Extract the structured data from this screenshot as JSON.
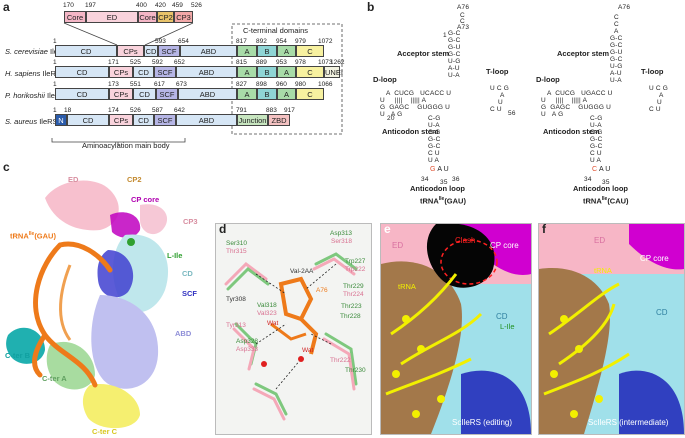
{
  "panels": {
    "a": "a",
    "b": "b",
    "c": "c",
    "d": "d",
    "e": "e",
    "f": "f"
  },
  "panel_a": {
    "top_boxes": [
      "Core",
      "ED",
      "Core",
      "CP2",
      "CP3"
    ],
    "top_numbers": [
      "170",
      "197",
      "400",
      "420",
      "459",
      "526"
    ],
    "cterm_title": "C-terminal domains",
    "rows": [
      {
        "name": "S. cerevisiae",
        "suffix": "IleRS",
        "numbers": [
          "1",
          "593",
          "654",
          "817",
          "892",
          "954",
          "979",
          "1072"
        ],
        "domains": [
          "CD",
          "CPs",
          "CD",
          "SCF",
          "ABD",
          "A",
          "B",
          "A",
          "C"
        ]
      },
      {
        "name": "H. sapiens",
        "suffix": "IleRS",
        "numbers": [
          "1",
          "171",
          "525",
          "592",
          "652",
          "815",
          "889",
          "953",
          "978",
          "1073",
          "1262"
        ],
        "domains": [
          "CD",
          "CPs",
          "CD",
          "SCF",
          "ABD",
          "A",
          "B",
          "A",
          "C",
          "UNEI"
        ]
      },
      {
        "name": "P. horikoshii",
        "suffix": "IleRS",
        "numbers": [
          "1",
          "173",
          "551",
          "617",
          "673",
          "827",
          "898",
          "960",
          "980",
          "1066"
        ],
        "domains": [
          "CD",
          "CPs",
          "CD",
          "SCF",
          "ABD",
          "A",
          "B",
          "A",
          "C"
        ]
      },
      {
        "name": "S. aureus",
        "suffix": "IleRS",
        "numbers": [
          "1",
          "18",
          "174",
          "526",
          "587",
          "642",
          "791",
          "883",
          "917"
        ],
        "domains": [
          "N",
          "CD",
          "CPs",
          "CD",
          "SCF",
          "ABD",
          "Junction",
          "ZBD"
        ]
      }
    ],
    "bracket_label": "Aminoacylation main body"
  },
  "panel_b": {
    "trna_gau": {
      "acceptor": "Acceptor stem",
      "dloop": "D-loop",
      "tloop": "T-loop",
      "anticodon_stem": "Anticodon stem",
      "anticodon_loop": "Anticodon loop",
      "name": "tRNA",
      "sup": "Ile",
      "suffix": "(GAU)",
      "n1": "1",
      "n20": "20",
      "n34": "34",
      "n35": "35",
      "n36": "36",
      "n56": "56",
      "n73": "A73",
      "n76": "A76",
      "c74": "C",
      "c75": "C",
      "anticodon_nt": "G",
      "anticodon_rest": "A U"
    },
    "trna_cau": {
      "acceptor": "Acceptor stem",
      "dloop": "D-loop",
      "tloop": "T-loop",
      "anticodon_stem": "Anticodon stem",
      "anticodon_loop": "Anticodon loop",
      "name": "tRNA",
      "sup": "Ile",
      "suffix": "(CAU)",
      "n34": "34",
      "n35": "35",
      "n76": "A76",
      "anticodon_nt": "C",
      "anticodon_rest": "A U"
    }
  },
  "panel_c": {
    "labels": [
      "ED",
      "CP2",
      "CP core",
      "CP3",
      "tRNA",
      "L-Ile",
      "CD",
      "SCF",
      "ABD",
      "C-ter B",
      "C-ter A",
      "C-ter C"
    ],
    "trna_sup": "Ile",
    "trna_suffix": "(GAU)"
  },
  "panel_d": {
    "labels_green": [
      "Asp313",
      "Ser310",
      "Trp227",
      "Thr229",
      "Val318",
      "Thr223",
      "Asp328",
      "Thr228",
      "Thr230"
    ],
    "labels_pink": [
      "Ser318",
      "Thr315",
      "Trp222",
      "Thr224",
      "Val323",
      "Tyr313",
      "Asp333",
      "Thr222"
    ],
    "labels_other": [
      "Tyr308",
      "Val-2AA",
      "A76",
      "Wat",
      "Wat"
    ]
  },
  "panel_e": {
    "clash": "Clash",
    "cp_core": "CP core",
    "ed": "ED",
    "trna": "tRNA",
    "cd": "CD",
    "lile": "L-Ile",
    "caption": "ScIleRS (editing)"
  },
  "panel_f": {
    "ed": "ED",
    "cp_core": "CP core",
    "trna": "tRNA",
    "cd": "CD",
    "caption": "ScIleRS (intermediate)"
  }
}
